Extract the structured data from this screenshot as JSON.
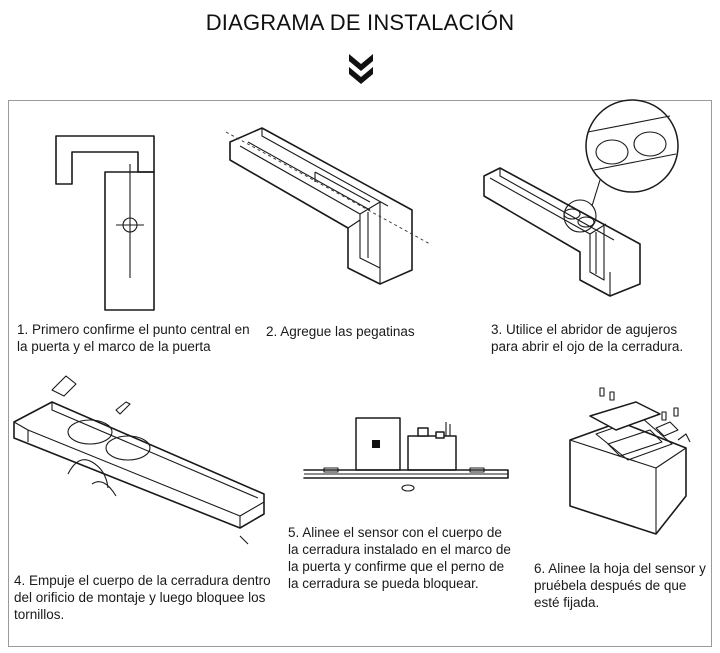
{
  "header": {
    "title": "DIAGRAMA DE INSTALACIÓN",
    "chevron_icon": "double-chevron-down-icon"
  },
  "steps": [
    {
      "label": "1. Primero confirme el punto central en la puerta y el marco de la puerta"
    },
    {
      "label": "2. Agregue las pegatinas"
    },
    {
      "label": "3. Utilice el abridor de agujeros para abrir el ojo de la cerradura."
    },
    {
      "label": "4. Empuje el cuerpo de la cerradura dentro del orificio de montaje y luego bloquee los tornillos."
    },
    {
      "label": "5. Alinee el sensor con el cuerpo de la cerradura instalado en el marco de la puerta y confirme que el perno de la cerradura se pueda bloquear."
    },
    {
      "label": "6. Alinee la hoja del sensor y pruébela después de que esté fijada."
    }
  ]
}
